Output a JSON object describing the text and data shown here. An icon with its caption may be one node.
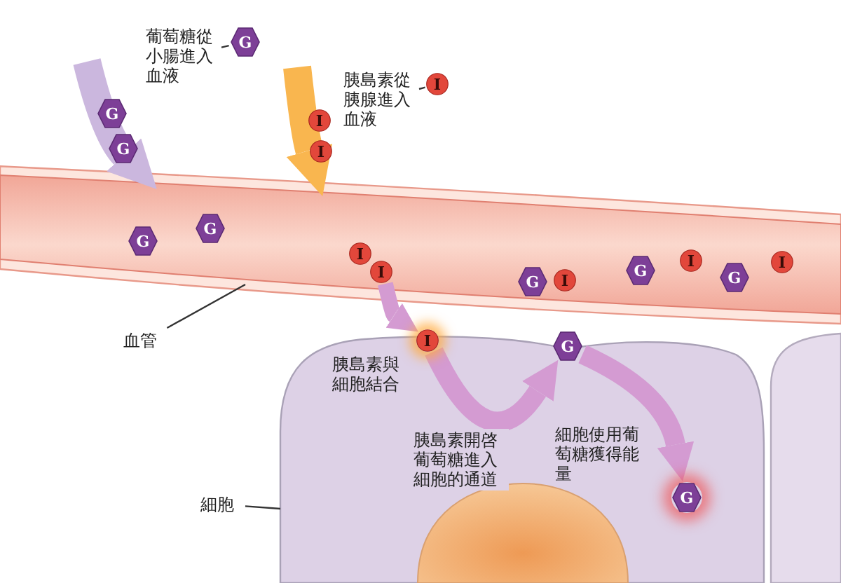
{
  "diagram": {
    "nodes": [
      {
        "text": [
          "葡萄糖從小腸進入血液"
        ]
      },
      {
        "text": [
          "G"
        ]
      },
      {
        "text": [
          "胰島素從胰腺進入血液"
        ]
      },
      {
        "text": [
          "I"
        ]
      },
      {
        "text": [
          "G"
        ]
      },
      {
        "text": [
          "G"
        ]
      },
      {
        "text": [
          "I"
        ]
      },
      {
        "text": [
          "I"
        ]
      },
      {
        "text": [],
        "shape": "band"
      },
      {
        "text": [
          "G"
        ],
        "in": 8
      },
      {
        "text": [
          "G"
        ],
        "in": 8
      },
      {
        "text": [
          "I"
        ],
        "in": 8
      },
      {
        "text": [
          "I"
        ],
        "in": 8
      },
      {
        "text": [
          "G"
        ],
        "in": 8
      },
      {
        "text": [
          "I"
        ],
        "in": 8
      },
      {
        "text": [
          "G"
        ],
        "in": 8
      },
      {
        "text": [
          "I"
        ],
        "in": 8
      },
      {
        "text": [
          "G"
        ],
        "in": 8
      },
      {
        "text": [
          "I"
        ],
        "in": 8
      },
      {
        "text": [
          "血管"
        ]
      },
      {
        "text": [],
        "shape": "box"
      },
      {
        "text": [
          "I"
        ],
        "beside": [
          "胰島素與細胞結合"
        ],
        "in": 20
      },
      {
        "text": [
          "G"
        ],
        "in": 20
      },
      {
        "text": [
          "G"
        ],
        "in": 20
      },
      {
        "text": [
          "細胞"
        ]
      }
    ],
    "edges": [
      {
        "from": 0,
        "to": 1,
        "arrow": "none"
      },
      {
        "from": 2,
        "to": 3,
        "arrow": "none"
      },
      {
        "from": null,
        "to": 8,
        "arrow": "to",
        "style": "thick",
        "color": "#cbb7de"
      },
      {
        "from": null,
        "to": 8,
        "arrow": "to",
        "style": "thick",
        "color": "#f9b64f"
      },
      {
        "from": 12,
        "to": 21,
        "arrow": "to",
        "color": "#d49bd2"
      },
      {
        "from": 21,
        "to": 22,
        "arrow": "to",
        "label": "胰島素開啓葡萄糖進入細胞的通道",
        "color": "#d49bd2"
      },
      {
        "from": 22,
        "to": 23,
        "arrow": "to",
        "label": "細胞使用葡萄糖獲得能量",
        "color": "#d49bd2"
      },
      {
        "from": 19,
        "to": 8,
        "arrow": "none"
      },
      {
        "from": 24,
        "to": 20,
        "arrow": "none"
      }
    ]
  }
}
